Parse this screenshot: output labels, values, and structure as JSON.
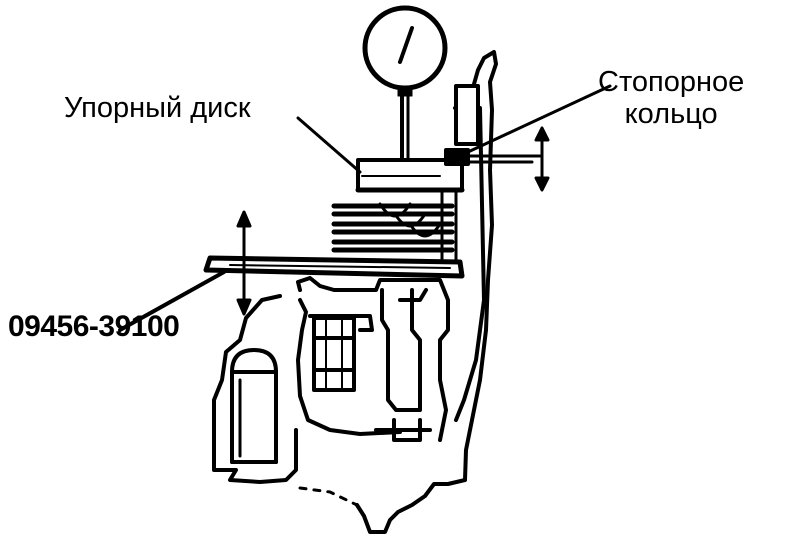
{
  "labels": {
    "thrust_disk": "Упорный диск",
    "snap_ring_line1": "Стопорное",
    "snap_ring_line2": "кольцо",
    "tool_number": "09456-39100"
  },
  "colors": {
    "ink": "#000000",
    "paper": "#ffffff"
  }
}
